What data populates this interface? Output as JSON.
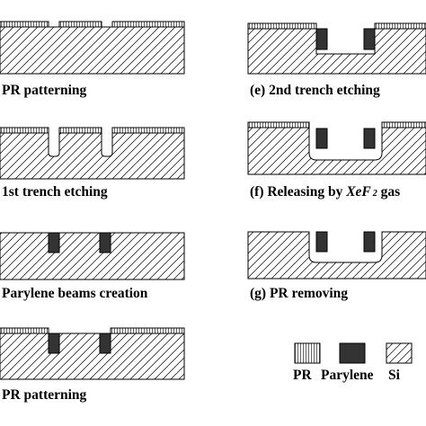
{
  "captions": {
    "a": "PR patterning",
    "b": "1st trench etching",
    "c": "Parylene beams creation",
    "d": "PR patterning",
    "e": "(e) 2nd trench etching",
    "f_prefix": "(f) Releasing by ",
    "f_chem": "XeF",
    "f_sub": "2",
    "f_suffix": " gas",
    "g": "(g) PR removing"
  },
  "legend": {
    "pr": "PR",
    "parylene": "Parylene",
    "si": "Si"
  },
  "colors": {
    "stroke": "#000000",
    "parylene": "#333333",
    "background": "#ffffff"
  }
}
